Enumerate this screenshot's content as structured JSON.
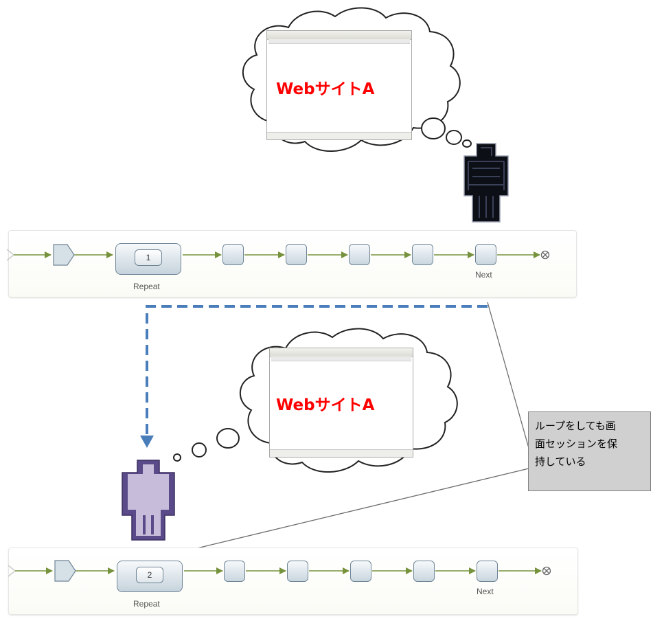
{
  "thought_text": "WebサイトA",
  "top_flow": {
    "repeat_count": "1",
    "repeat_label": "Repeat",
    "next_label": "Next"
  },
  "bottom_flow": {
    "repeat_count": "2",
    "repeat_label": "Repeat",
    "next_label": "Next"
  },
  "callout": {
    "line1": "ループをしても画",
    "line2": "面セッションを保",
    "line3": "持している"
  },
  "colors": {
    "web_text": "#ff0000",
    "loop_arrow": "#4a7ebb",
    "flow_arrow": "#76923c",
    "callout_bg": "#d0d0d0",
    "robot_top": "#0d0f17",
    "robot_bottom": "#5b4a8a"
  },
  "icons": [
    "cloud-icon",
    "browser-window-icon",
    "robot-icon",
    "start-node-icon",
    "end-node-icon"
  ]
}
